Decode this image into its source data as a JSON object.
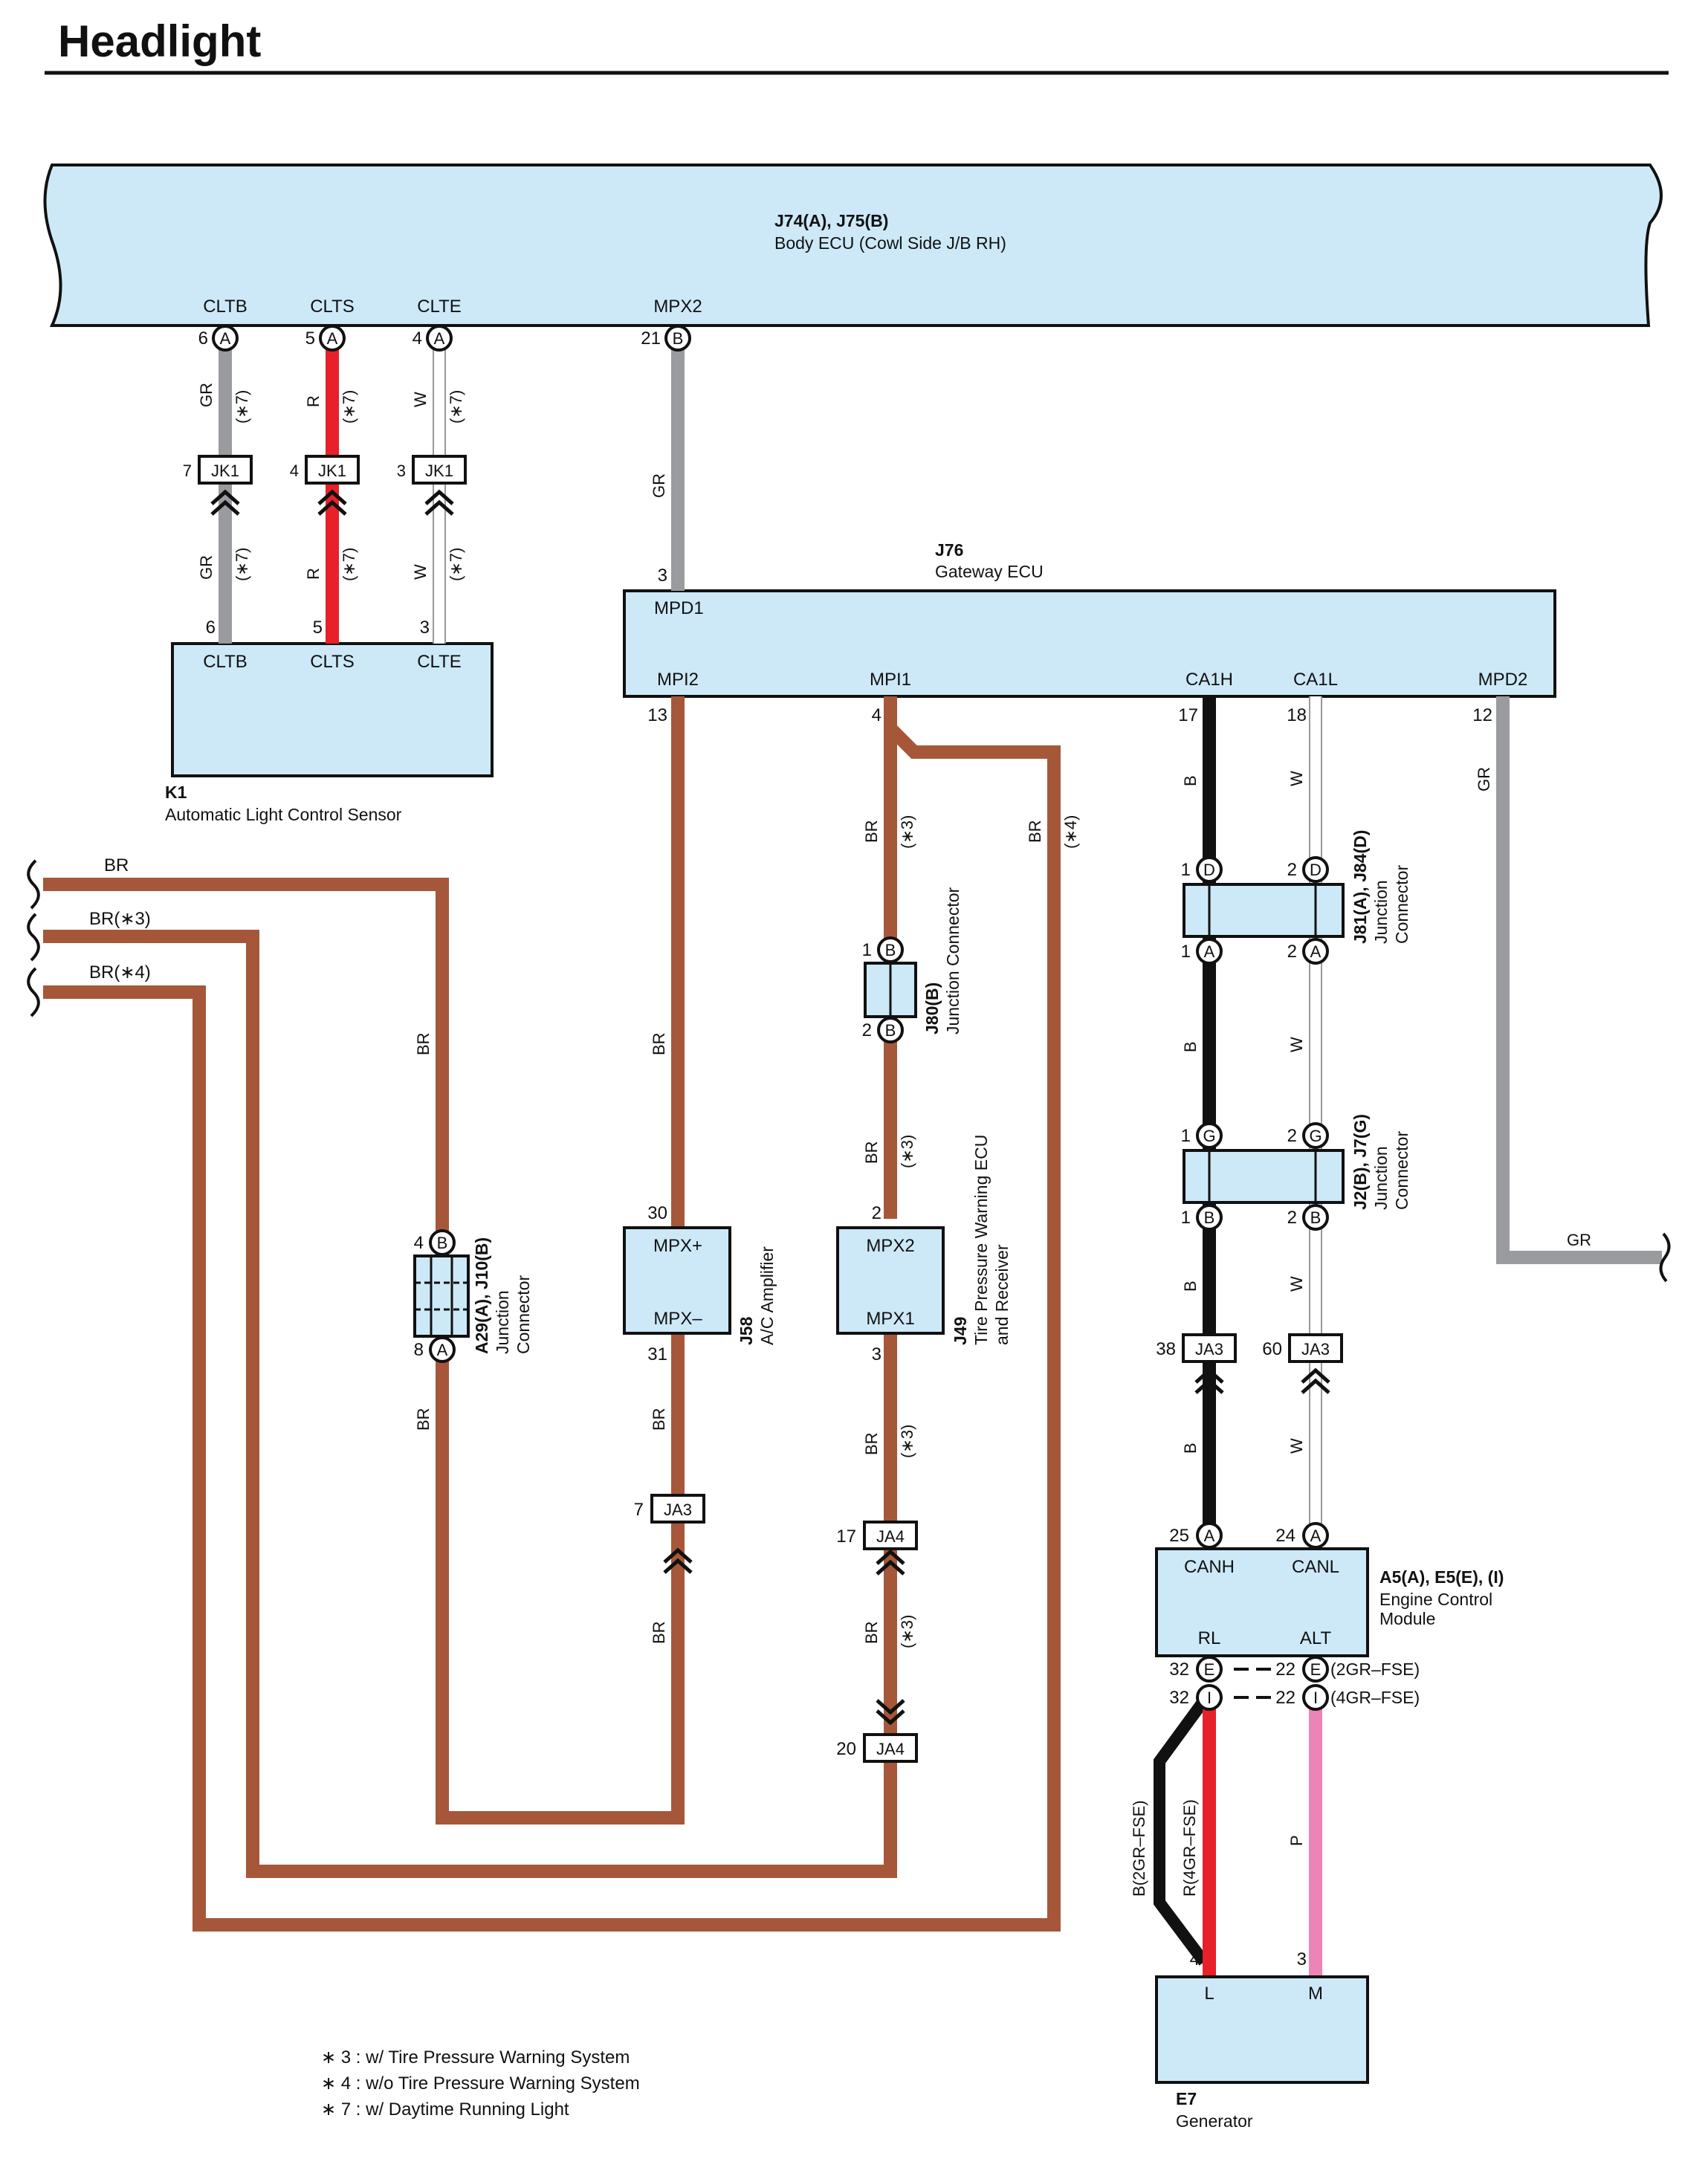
{
  "title": "Headlight",
  "colors": {
    "ecu_fill": "#cde9f8",
    "wire_gr": "#999b9e",
    "wire_r": "#e8202a",
    "wire_w": "#ffffff",
    "wire_br": "#a6573a",
    "wire_b": "#111111",
    "wire_p": "#ec84b6"
  },
  "body_ecu": {
    "id": "J74(A), J75(B)",
    "name": "Body ECU (Cowl Side J/B RH)",
    "pins": [
      {
        "label": "CLTB",
        "num": "6",
        "conn": "A"
      },
      {
        "label": "CLTS",
        "num": "5",
        "conn": "A"
      },
      {
        "label": "CLTE",
        "num": "4",
        "conn": "A"
      },
      {
        "label": "MPX2",
        "num": "21",
        "conn": "B"
      }
    ]
  },
  "gateway_ecu": {
    "id": "J76",
    "name": "Gateway ECU",
    "mpd1": "MPD1",
    "mpd1_num": "3",
    "pins": [
      {
        "label": "MPI2",
        "num": "13"
      },
      {
        "label": "MPI1",
        "num": "4"
      },
      {
        "label": "CA1H",
        "num": "17"
      },
      {
        "label": "CA1L",
        "num": "18"
      },
      {
        "label": "MPD2",
        "num": "12"
      }
    ]
  },
  "light_sensor": {
    "id": "K1",
    "name": "Automatic Light Control Sensor",
    "pins": [
      {
        "label": "CLTB",
        "num": "6"
      },
      {
        "label": "CLTS",
        "num": "5"
      },
      {
        "label": "CLTE",
        "num": "3"
      }
    ]
  },
  "jk1": [
    {
      "num": "7",
      "name": "JK1"
    },
    {
      "num": "4",
      "name": "JK1"
    },
    {
      "num": "3",
      "name": "JK1"
    }
  ],
  "wires": {
    "gr": "GR",
    "r": "R",
    "w": "W",
    "br": "BR",
    "b": "B",
    "p": "P",
    "n7": "(∗7)",
    "n3": "(∗3)",
    "n4": "(∗4)"
  },
  "left_wires": [
    "BR",
    "BR(∗3)",
    "BR(∗4)"
  ],
  "a29": {
    "id": "A29(A), J10(B)",
    "line1": "Junction",
    "line2": "Connector",
    "top_num": "4",
    "top_conn": "B",
    "bot_num": "8",
    "bot_conn": "A"
  },
  "ac_amp": {
    "id": "J58",
    "name": "A/C Amplifier",
    "pin_top": "MPX+",
    "pin_bot": "MPX–",
    "num_top": "30",
    "num_bot": "31",
    "ja3_num": "7",
    "ja3": "JA3"
  },
  "j80": {
    "id": "J80(B)",
    "name": "Junction Connector",
    "top_num": "1",
    "bot_num": "2",
    "conn": "B"
  },
  "tire_ecu": {
    "id": "J49",
    "line1": "Tire Pressure Warning ECU",
    "line2": "and Receiver",
    "pin_top": "MPX2",
    "pin_bot": "MPX1",
    "num_top": "2",
    "num_bot": "3",
    "ja4_a_num": "17",
    "ja4_b_num": "20",
    "ja4": "JA4"
  },
  "j81": {
    "id": "J81(A), J84(D)",
    "line1": "Junction",
    "line2": "Connector",
    "top": [
      {
        "num": "1",
        "conn": "D"
      },
      {
        "num": "2",
        "conn": "D"
      }
    ],
    "bot": [
      {
        "num": "1",
        "conn": "A"
      },
      {
        "num": "2",
        "conn": "A"
      }
    ]
  },
  "j2": {
    "id": "J2(B), J7(G)",
    "line1": "Junction",
    "line2": "Connector",
    "top": [
      {
        "num": "1",
        "conn": "G"
      },
      {
        "num": "2",
        "conn": "G"
      }
    ],
    "bot": [
      {
        "num": "1",
        "conn": "B"
      },
      {
        "num": "2",
        "conn": "B"
      }
    ]
  },
  "ja3_can": [
    {
      "num": "38",
      "name": "JA3"
    },
    {
      "num": "60",
      "name": "JA3"
    }
  ],
  "gr_right": "GR",
  "ecm": {
    "id": "A5(A), E5(E), (I)",
    "line1": "Engine Control",
    "line2": "Module",
    "pin_tl": "CANH",
    "pin_tr": "CANL",
    "pin_bl": "RL",
    "pin_br": "ALT",
    "canh_num": "25",
    "canl_num": "24",
    "canh_conn": "A",
    "canl_conn": "A",
    "row_e": {
      "ln": "32",
      "lc": "E",
      "rn": "22",
      "rc": "E",
      "note": "(2GR–FSE)"
    },
    "row_i": {
      "ln": "32",
      "lc": "I",
      "rn": "22",
      "rc": "I",
      "note": "(4GR–FSE)"
    },
    "wire_b2gr": "B(2GR–FSE)",
    "wire_r4gr": "R(4GR–FSE)"
  },
  "generator": {
    "id": "E7",
    "name": "Generator",
    "pin_l": "L",
    "pin_m": "M",
    "num_l": "4",
    "num_m": "3"
  },
  "notes": [
    "∗ 3 : w/ Tire Pressure Warning System",
    "∗ 4 : w/o Tire Pressure Warning System",
    "∗ 7 : w/ Daytime Running Light"
  ]
}
